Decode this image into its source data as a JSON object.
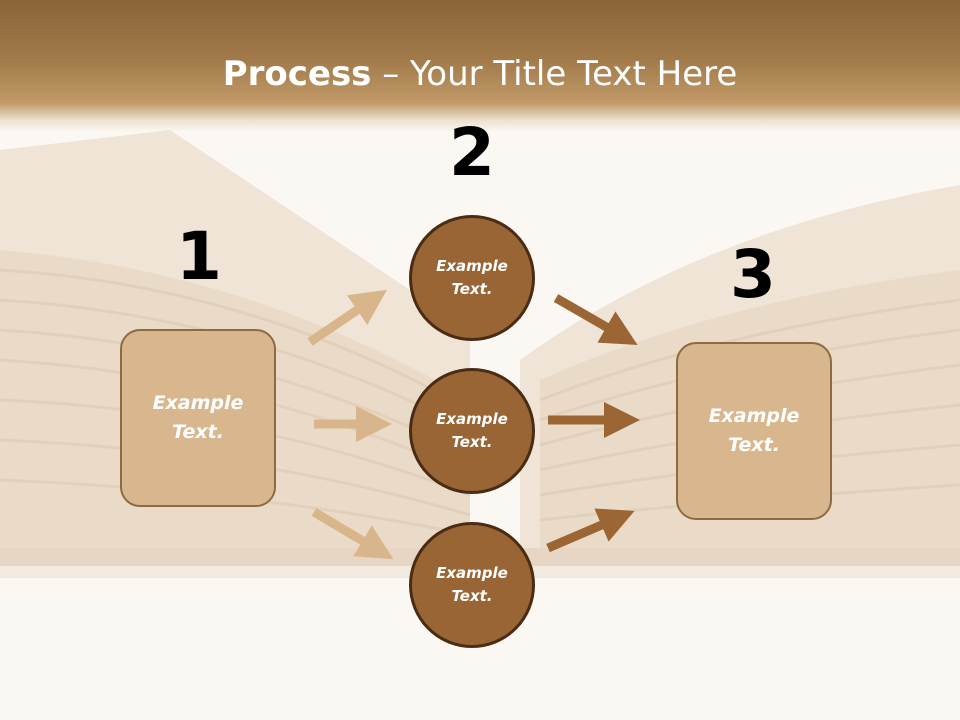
{
  "slide": {
    "title_bold": "Process",
    "title_rest": " – Your Title Text Here"
  },
  "steps": {
    "one": {
      "number": "1",
      "box_text": "Example Text."
    },
    "two": {
      "number": "2",
      "circles": [
        {
          "text": "Example Text."
        },
        {
          "text": "Example Text."
        },
        {
          "text": "Example Text."
        }
      ]
    },
    "three": {
      "number": "3",
      "box_text": "Example Text."
    }
  },
  "colors": {
    "header": "#9c7444",
    "box_fill": "#d9b78e",
    "circle_fill": "#9a6535",
    "arrow_light": "#d8b58a",
    "arrow_dark": "#9c6534"
  }
}
